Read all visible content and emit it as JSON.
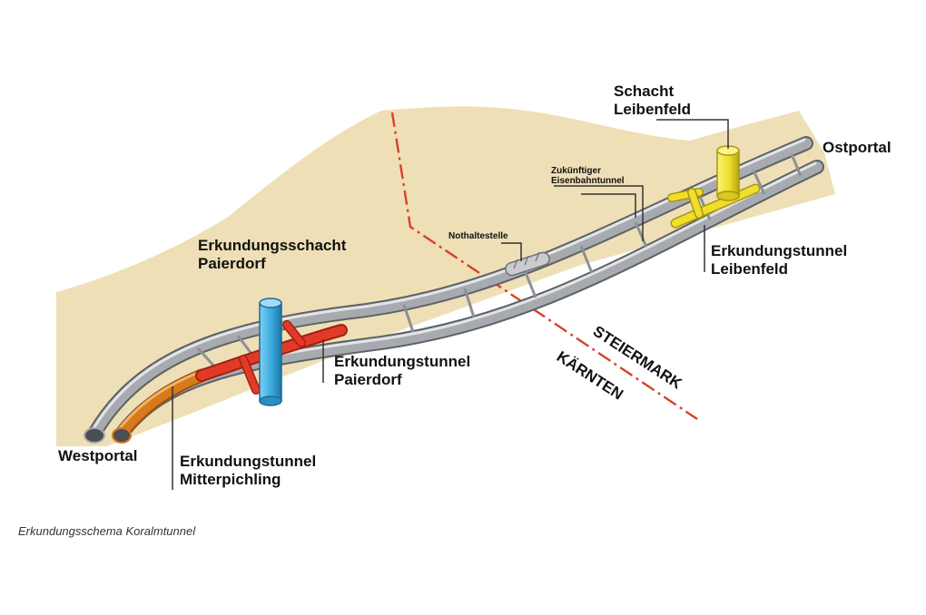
{
  "labels": {
    "schacht_leibenfeld": [
      "Schacht",
      "Leibenfeld"
    ],
    "ostportal": "Ostportal",
    "zukuenftiger_tunnel": [
      "Zukünftiger",
      "Eisenbahntunnel"
    ],
    "nothaltestelle": "Nothaltestelle",
    "erkundungstunnel_leibenfeld": [
      "Erkundungstunnel",
      "Leibenfeld"
    ],
    "erkundungsschacht_paierdorf": [
      "Erkundungsschacht",
      "Paierdorf"
    ],
    "erkundungstunnel_paierdorf": [
      "Erkundungstunnel",
      "Paierdorf"
    ],
    "westportal": "Westportal",
    "erkundungstunnel_mitterpichling": [
      "Erkundungstunnel",
      "Mitterpichling"
    ],
    "steiermark": "STEIERMARK",
    "kaernten": "KÄRNTEN"
  },
  "caption": "Erkundungsschema Koralmtunnel",
  "colors": {
    "terrain": "#eedfb6",
    "tube": "#a3a6ab",
    "tube_dark": "#6d7075",
    "border_line": "#d8412a",
    "shaft_paierdorf": "#3aa9dc",
    "tunnel_paierdorf": "#e23a28",
    "tunnel_mitterpichling": "#d77a1e",
    "leibenfeld": "#efdf2a"
  }
}
